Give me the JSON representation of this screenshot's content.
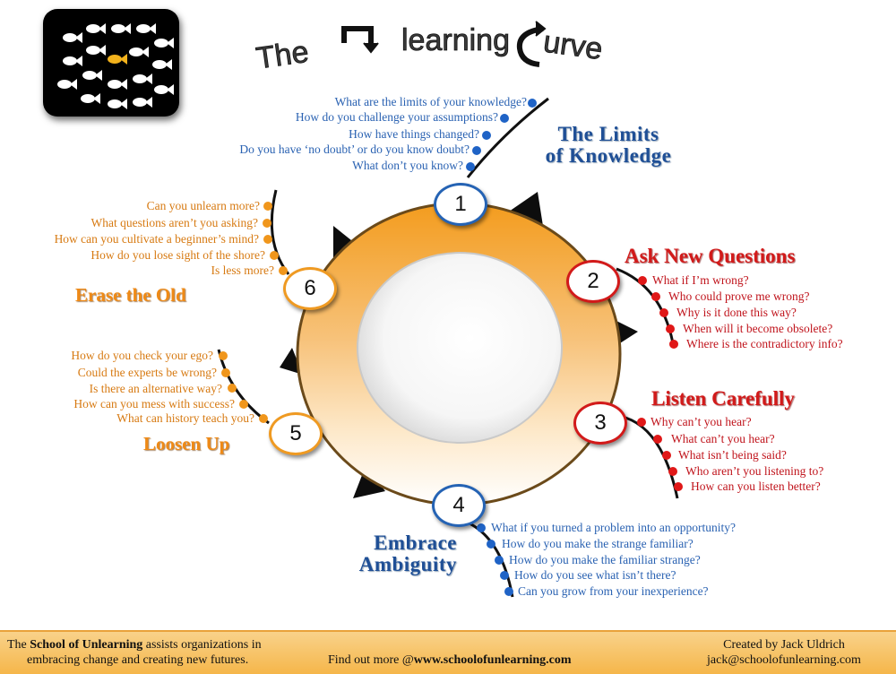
{
  "title": {
    "word1": "The",
    "word2": "learning",
    "word3": "urve"
  },
  "sections": {
    "s1": {
      "number": "1",
      "heading_line1": "The Limits",
      "heading_line2": "of Knowledge",
      "questions": [
        "What are the limits of your knowledge?",
        "How do you challenge your assumptions?",
        "How have things changed?",
        "Do you have ‘no doubt’ or do you know doubt?",
        "What don’t you know?"
      ]
    },
    "s2": {
      "number": "2",
      "heading": "Ask New Questions",
      "questions": [
        "What if I’m wrong?",
        "Who could prove me wrong?",
        "Why is it done this way?",
        "When will it become obsolete?",
        "Where is the contradictory info?"
      ]
    },
    "s3": {
      "number": "3",
      "heading": "Listen Carefully",
      "questions": [
        "Why can’t you hear?",
        "What can’t you hear?",
        "What isn’t being said?",
        "Who aren’t you listening to?",
        "How can you listen better?"
      ]
    },
    "s4": {
      "number": "4",
      "heading_line1": "Embrace",
      "heading_line2": "Ambiguity",
      "questions": [
        "What if you turned a problem into an opportunity?",
        "How do you make the strange familiar?",
        "How do you make the familiar strange?",
        "How do you see what isn’t there?",
        "Can you grow from your inexperience?"
      ]
    },
    "s5": {
      "number": "5",
      "heading": "Loosen Up",
      "questions": [
        "How do you check your ego?",
        "Could the experts be wrong?",
        "Is there an alternative way?",
        "How can you mess with success?",
        "What can history teach you?"
      ]
    },
    "s6": {
      "number": "6",
      "heading": "Erase the Old",
      "questions": [
        "Can you unlearn more?",
        "What questions aren’t you asking?",
        "How can you cultivate a beginner’s mind?",
        "How do you lose sight of the shore?",
        "Is less more?"
      ]
    }
  },
  "footer": {
    "left_pre": "The ",
    "left_bold": "School of Unlearning",
    "left_post": " assists organizations in",
    "left_line2": "embracing change and creating new futures.",
    "center_pre": "Find out more @",
    "center_bold": "www.schoolofunlearning.com",
    "right_line1": "Created by Jack Uldrich",
    "right_line2": "jack@schoolofunlearning.com"
  },
  "colors": {
    "blue": "#2563b4",
    "red": "#d21a1a",
    "orange": "#ef9a22",
    "ring_orange": "#f39c1e",
    "footer_bg": "#f5b64a"
  }
}
